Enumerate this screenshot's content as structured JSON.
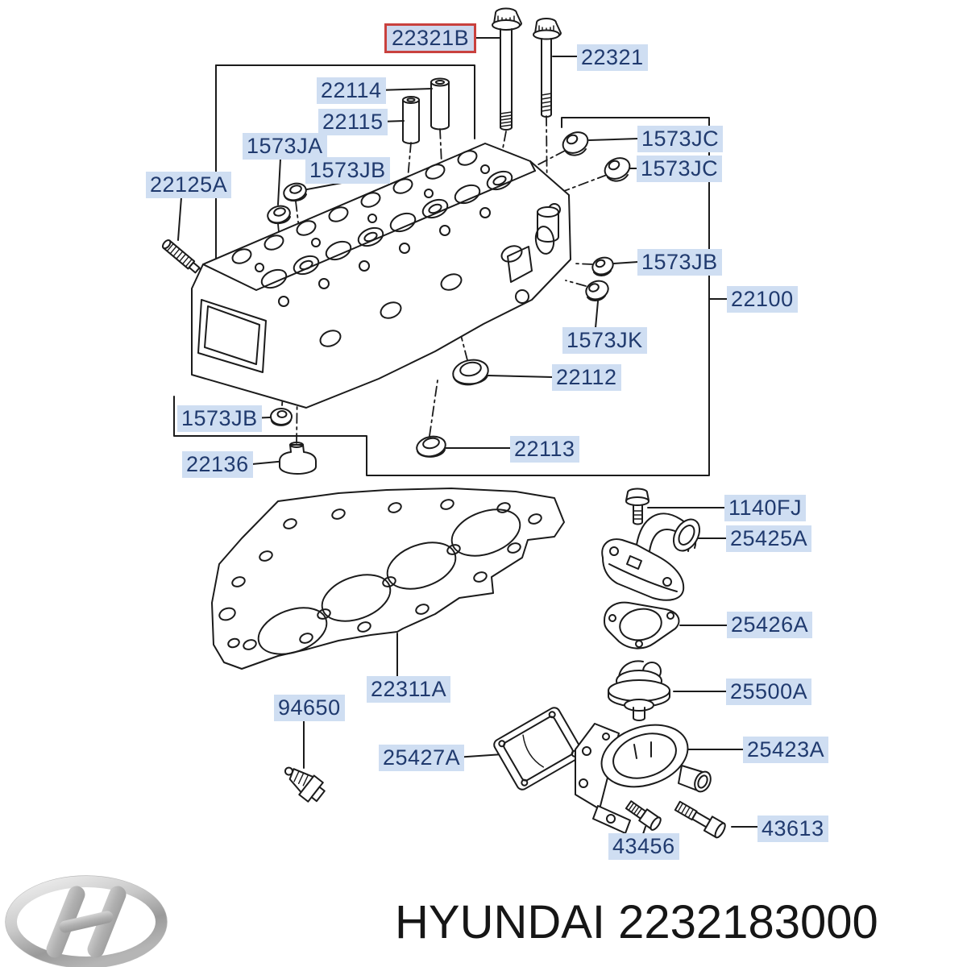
{
  "title": "Hyundai cylinder head parts diagram",
  "highlighted_part": "22321B",
  "colors": {
    "label_bg": "#cfdef2",
    "label_text": "#203a6e",
    "highlight_border": "#c9413e",
    "line_art": "#1b1b1b"
  },
  "diagram": {
    "labels": [
      {
        "id": "22321B",
        "text": "22321B",
        "highlighted": true
      },
      {
        "id": "22321",
        "text": "22321"
      },
      {
        "id": "22114",
        "text": "22114"
      },
      {
        "id": "22115",
        "text": "22115"
      },
      {
        "id": "1573JA",
        "text": "1573JA"
      },
      {
        "id": "1573JB-top",
        "text": "1573JB"
      },
      {
        "id": "22125A",
        "text": "22125A"
      },
      {
        "id": "1573JC-upper",
        "text": "1573JC"
      },
      {
        "id": "1573JC-lower",
        "text": "1573JC"
      },
      {
        "id": "1573JB-right",
        "text": "1573JB"
      },
      {
        "id": "22100",
        "text": "22100"
      },
      {
        "id": "1573JK",
        "text": "1573JK"
      },
      {
        "id": "22112",
        "text": "22112"
      },
      {
        "id": "1573JB-left",
        "text": "1573JB"
      },
      {
        "id": "22113",
        "text": "22113"
      },
      {
        "id": "22136",
        "text": "22136"
      },
      {
        "id": "1140FJ",
        "text": "1140FJ"
      },
      {
        "id": "25425A",
        "text": "25425A"
      },
      {
        "id": "25426A",
        "text": "25426A"
      },
      {
        "id": "22311A",
        "text": "22311A"
      },
      {
        "id": "25500A",
        "text": "25500A"
      },
      {
        "id": "94650",
        "text": "94650"
      },
      {
        "id": "25427A",
        "text": "25427A"
      },
      {
        "id": "25423A",
        "text": "25423A"
      },
      {
        "id": "43613",
        "text": "43613"
      },
      {
        "id": "43456",
        "text": "43456"
      }
    ]
  },
  "footer": {
    "brand": "HYUNDAI",
    "part_number": "2232183000",
    "logo": "hyundai-logo"
  }
}
